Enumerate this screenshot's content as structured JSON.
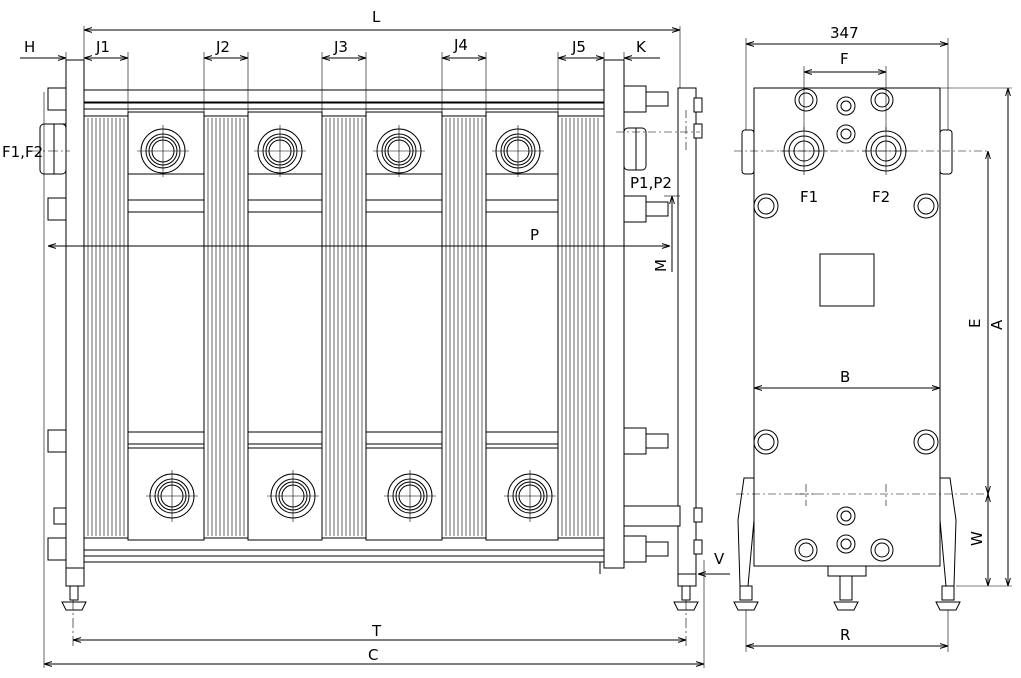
{
  "front_view": {
    "dimensions": {
      "L": "L",
      "H": "H",
      "J1": "J1",
      "J2": "J2",
      "J3": "J3",
      "J4": "J4",
      "J5": "J5",
      "K": "K",
      "P": "P",
      "M": "M",
      "V": "V",
      "T": "T",
      "C": "C"
    },
    "labels": {
      "inlet": "F1,F2",
      "outlet": "P1,P2"
    }
  },
  "side_view": {
    "width_value": "347",
    "dimensions": {
      "F": "F",
      "B": "B",
      "E": "E",
      "A": "A",
      "W": "W",
      "R": "R"
    },
    "ports": {
      "f1": "F1",
      "f2": "F2"
    }
  }
}
